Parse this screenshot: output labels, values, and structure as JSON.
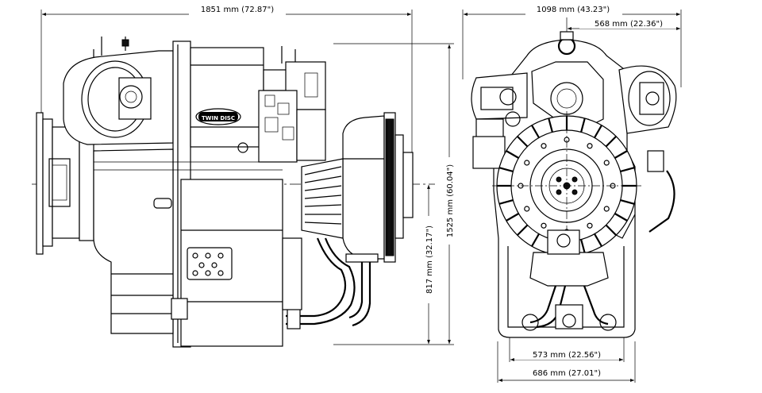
{
  "dimensions": {
    "side_length": "1851 mm (72.87\")",
    "front_width": "1098 mm (43.23\")",
    "front_half_width": "568 mm (22.36\")",
    "side_height": "1525 mm (60.04\")",
    "side_centerline_height": "817 mm (32.17\")",
    "front_inner_width": "573 mm (22.56\")",
    "front_base_width": "686 mm (27.01\")"
  },
  "logo": {
    "text": "TWIN DISC"
  }
}
